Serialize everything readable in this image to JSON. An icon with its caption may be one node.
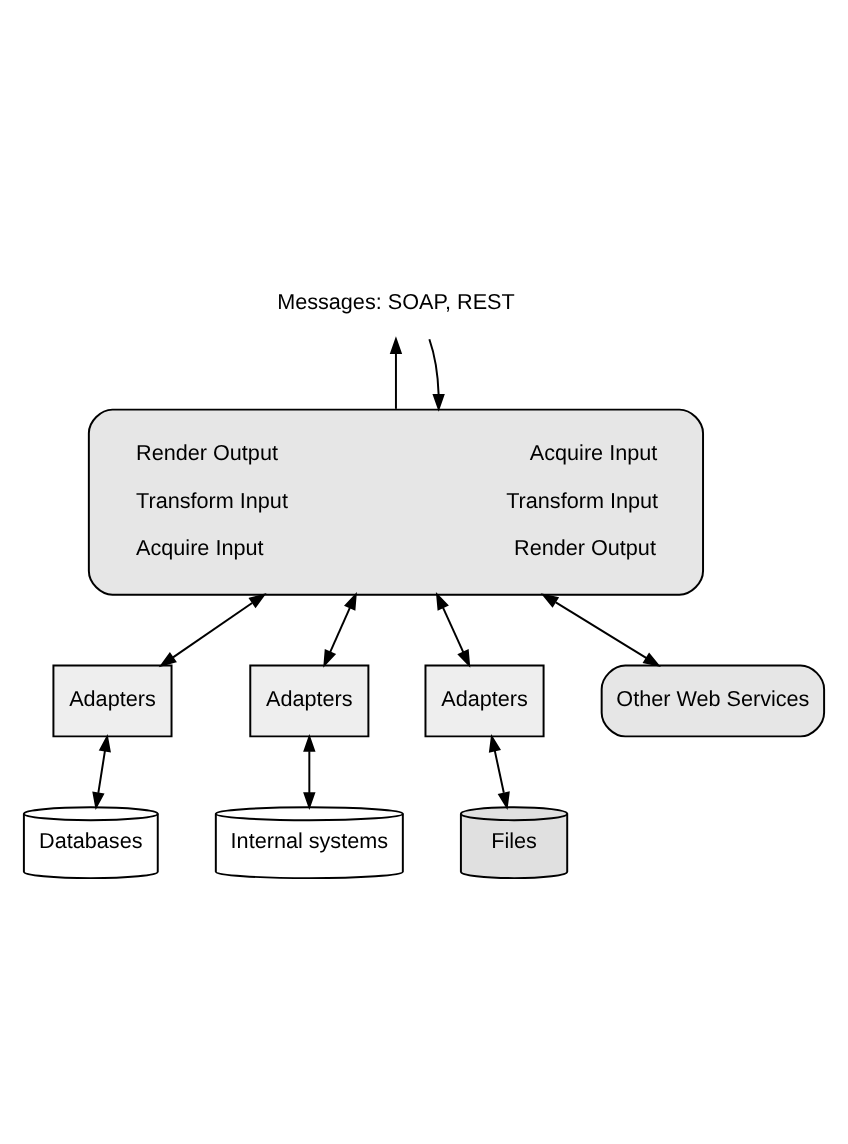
{
  "diagram": {
    "nodes": [
      {
        "text": [
          "Messages: SOAP, REST"
        ]
      },
      {
        "text": [
          "Render Output",
          "Acquire Input",
          "Transform Input",
          "Transform Input",
          "Acquire Input",
          "Render Output"
        ]
      },
      {
        "text": [
          "Adapters"
        ]
      },
      {
        "text": [
          "Adapters"
        ]
      },
      {
        "text": [
          "Adapters"
        ]
      },
      {
        "text": [
          "Databases"
        ]
      },
      {
        "text": [
          "Internal systems"
        ]
      },
      {
        "text": [
          "Files"
        ]
      },
      {
        "text": [
          "Other Web Services"
        ]
      }
    ],
    "edges": [
      {
        "from": 1,
        "to": 0,
        "arrow": "to"
      },
      {
        "from": 0,
        "to": 1,
        "arrow": "to"
      },
      {
        "from": 1,
        "to": 2,
        "arrow": "both"
      },
      {
        "from": 2,
        "to": 5,
        "arrow": "both"
      },
      {
        "from": 1,
        "to": 3,
        "arrow": "both"
      },
      {
        "from": 3,
        "to": 6,
        "arrow": "both"
      },
      {
        "from": 1,
        "to": 4,
        "arrow": "both"
      },
      {
        "from": 4,
        "to": 7,
        "arrow": "both"
      },
      {
        "from": 1,
        "to": 8,
        "arrow": "both"
      }
    ]
  }
}
